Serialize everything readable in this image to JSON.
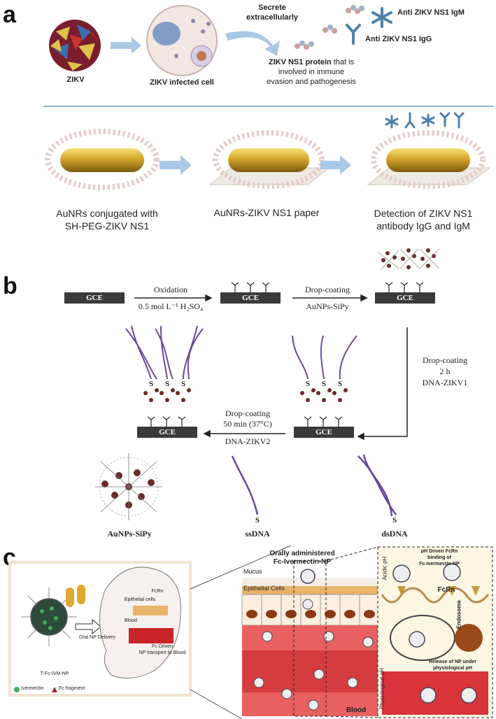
{
  "panel_a": {
    "letter": "a",
    "zikv_label": "ZIKV",
    "infected_cell_label": "ZIKV infected cell",
    "secrete_label_1": "Secrete",
    "secrete_label_2": "extracellularly",
    "igm_label": "Anti ZIKV NS1 IgM",
    "igg_label": "Anti ZIKV NS1 IgG",
    "ns1_bold": "ZIKV NS1 protein",
    "ns1_rest_1": " that is",
    "ns1_rest_2": "involved in immune",
    "ns1_rest_3": "evasion and pathogenesis",
    "step1_line1": "AuNRs conjugated with",
    "step1_line2": "SH-PEG-ZIKV NS1",
    "step2_line1": "AuNRs-ZIKV NS1 paper",
    "step3_line1": "Detection of ZIKV NS1",
    "step3_line2": "antibody IgG and IgM"
  },
  "panel_b": {
    "letter": "b",
    "gce": "GCE",
    "oxidation": "Oxidation",
    "acid": "0.5 mol L⁻¹ H₂SO₄",
    "drop_coating": "Drop-coating",
    "aunps_sipy_reagent": "AuNPs-SiPy",
    "time_2h": "2 h",
    "dna_zikv1": "DNA-ZIKV1",
    "time_50": "50 min (37°C)",
    "dna_zikv2": "DNA-ZIKV2",
    "s": "S",
    "legend_aunps": "AuNPs-SiPy",
    "legend_ssdna": "ssDNA",
    "legend_dsdna": "dsDNA"
  },
  "panel_c": {
    "letter": "c",
    "np_label": "T-Fc-IVM-NP",
    "oral_delivery": "Oral NP Delivery",
    "epithelial": "Epithelial cells",
    "fcrn_small": "FcRn",
    "blood_small": "Blood",
    "fc_driven_1": "Fc Driven",
    "fc_driven_2": "NP transport to Blood",
    "legend_ivermectin": "Ivermectin",
    "legend_fc": "Fc fragment",
    "mucus": "Mucus",
    "epithelial_cells": "Epithelial Cells",
    "orally_1": "Orally administered",
    "orally_2": "Fc-Ivermectin-NP",
    "blood": "Blood",
    "ph_driven_1": "pH Driven FcRn",
    "ph_driven_2": "binding of",
    "ph_driven_3": "Fc-Ivermectin-NP",
    "acidic_ph": "Acidic pH",
    "fcrn": "FcRn",
    "endosome": "Endosome",
    "release_1": "Release of NP under",
    "release_2": "physiological pH",
    "physiological_ph": "Physiological pH"
  },
  "colors": {
    "gold": "#c9a227",
    "arrow_blue": "#a9c8e6",
    "antibody_blue": "#4f81a8",
    "gce_dark": "#3a3a3a",
    "dna_purple": "#6a4a9a",
    "epithelial_orange": "#e8b46a",
    "blood_red": "#c8242a",
    "divider_blue": "#8fb4d6"
  }
}
